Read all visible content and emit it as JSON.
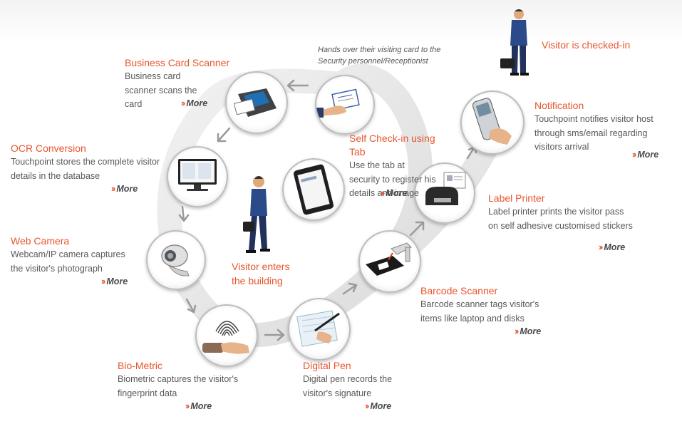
{
  "colors": {
    "accent": "#e8552d",
    "text": "#595959",
    "ribbon": "#e2e2e2"
  },
  "intro_note": "Hands over their visiting card to the Security personnel/Receptionist",
  "visitor_enters": "Visitor enters the building",
  "visitor_checked_in": "Visitor is checked-in",
  "more_label": "More",
  "steps": {
    "business_card_scanner": {
      "title": "Business Card Scanner",
      "desc": "Business card scanner scans the card",
      "icon": "card-scanner-icon"
    },
    "ocr_conversion": {
      "title": "OCR Conversion",
      "desc": "Touchpoint stores the complete visitor details in the database",
      "icon": "monitor-icon"
    },
    "web_camera": {
      "title": "Web Camera",
      "desc": "Webcam/IP camera captures the visitor's photograph",
      "icon": "webcam-icon"
    },
    "bio_metric": {
      "title": "Bio-Metric",
      "desc": "Biometric captures the visitor's fingerprint data",
      "icon": "fingerprint-icon"
    },
    "digital_pen": {
      "title": "Digital Pen",
      "desc": "Digital pen records the visitor's signature",
      "icon": "digital-pen-icon"
    },
    "barcode_scanner": {
      "title": "Barcode Scanner",
      "desc": "Barcode scanner tags visitor's items like laptop and disks",
      "icon": "barcode-scanner-icon"
    },
    "label_printer": {
      "title": "Label Printer",
      "desc": "Label printer prints the visitor pass on self adhesive customised stickers",
      "icon": "label-printer-icon"
    },
    "notification": {
      "title": "Notification",
      "desc": "Touchpoint notifies visitor host through sms/email regarding visitors arrival",
      "icon": "phone-icon"
    },
    "self_checkin": {
      "title": "Self Check-in using Tab",
      "desc": "Use the tab at security to register his details and image",
      "icon": "tablet-icon"
    }
  }
}
